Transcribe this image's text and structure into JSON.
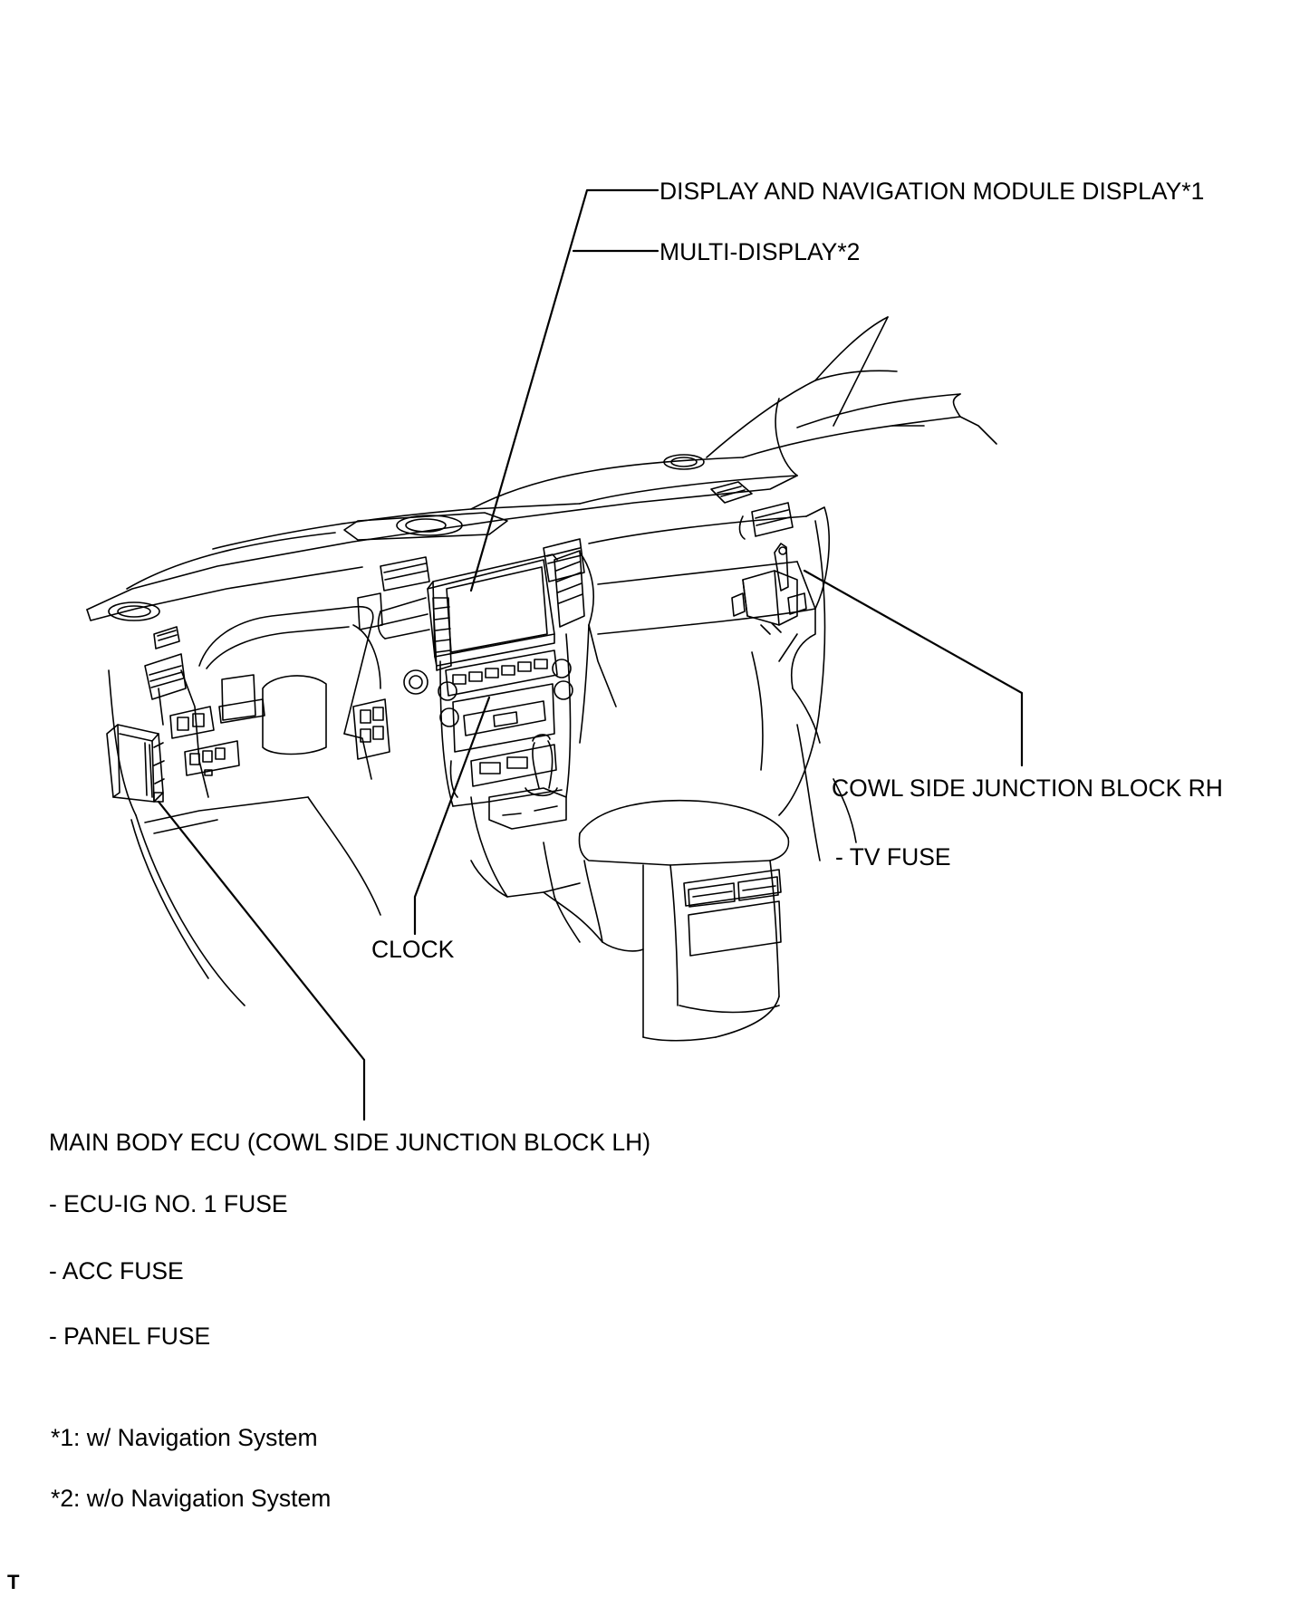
{
  "labels": {
    "display_nav": "DISPLAY AND NAVIGATION MODULE DISPLAY*1",
    "multi_display": "MULTI-DISPLAY*2",
    "cowl_rh": "COWL SIDE JUNCTION BLOCK RH",
    "tv_fuse": "- TV FUSE",
    "clock": "CLOCK",
    "main_body_ecu": "MAIN BODY ECU (COWL SIDE JUNCTION BLOCK LH)",
    "ecu_ig_fuse": "- ECU-IG NO. 1 FUSE",
    "acc_fuse": "- ACC FUSE",
    "panel_fuse": "- PANEL FUSE"
  },
  "footnotes": {
    "note1": "*1: w/ Navigation System",
    "note2": "*2: w/o Navigation System"
  },
  "corner_mark": "T",
  "colors": {
    "line": "#000000",
    "background": "#ffffff"
  }
}
